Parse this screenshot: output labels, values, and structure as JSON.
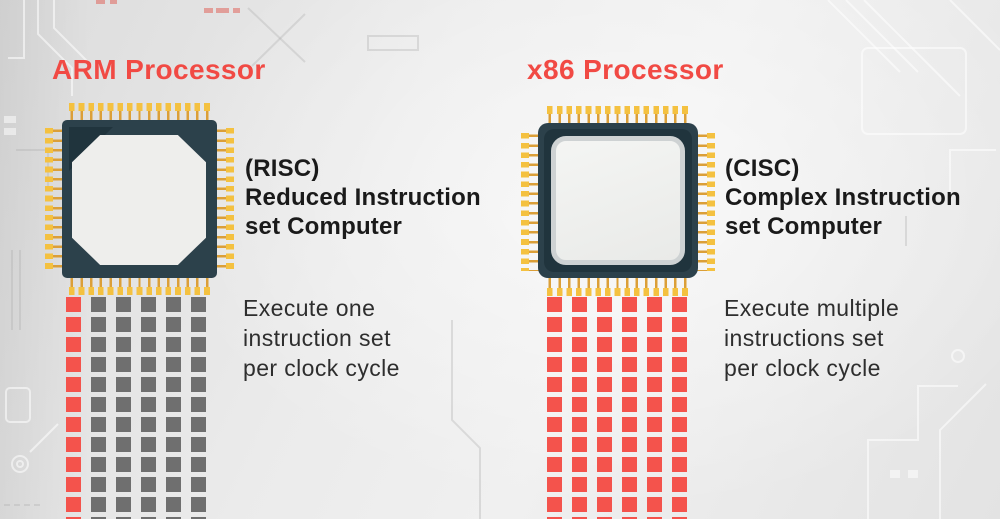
{
  "panels": [
    {
      "id": "arm",
      "title": "ARM Processor",
      "definition_lines": [
        "(RISC)",
        "Reduced Instruction",
        "set Computer"
      ],
      "execution_lines": [
        "Execute one",
        "instruction set",
        "per clock cycle"
      ],
      "chip_icon": "cpu-chip-octagon-die",
      "grid": {
        "rows": 12,
        "cols": 6,
        "highlight_cols": 1
      }
    },
    {
      "id": "x86",
      "title": "x86 Processor",
      "definition_lines": [
        "(CISC)",
        "Complex Instruction",
        "set Computer"
      ],
      "execution_lines": [
        "Execute multiple",
        "instructions set",
        "per clock cycle"
      ],
      "chip_icon": "cpu-chip-square-die",
      "grid": {
        "rows": 12,
        "cols": 6,
        "highlight_cols": 6
      }
    }
  ],
  "colors": {
    "accent_red": "#f14a44",
    "square_red": "#f4534c",
    "square_gray": "#6f6f6f",
    "chip_body": "#2c414b",
    "chip_shadow": "#20343d",
    "pin_cap": "#f4c140",
    "pin_stem": "#db9f38",
    "die_white": "#eeeeec",
    "text_dark": "#1a1a1a",
    "text_body": "#2e2e2e"
  }
}
